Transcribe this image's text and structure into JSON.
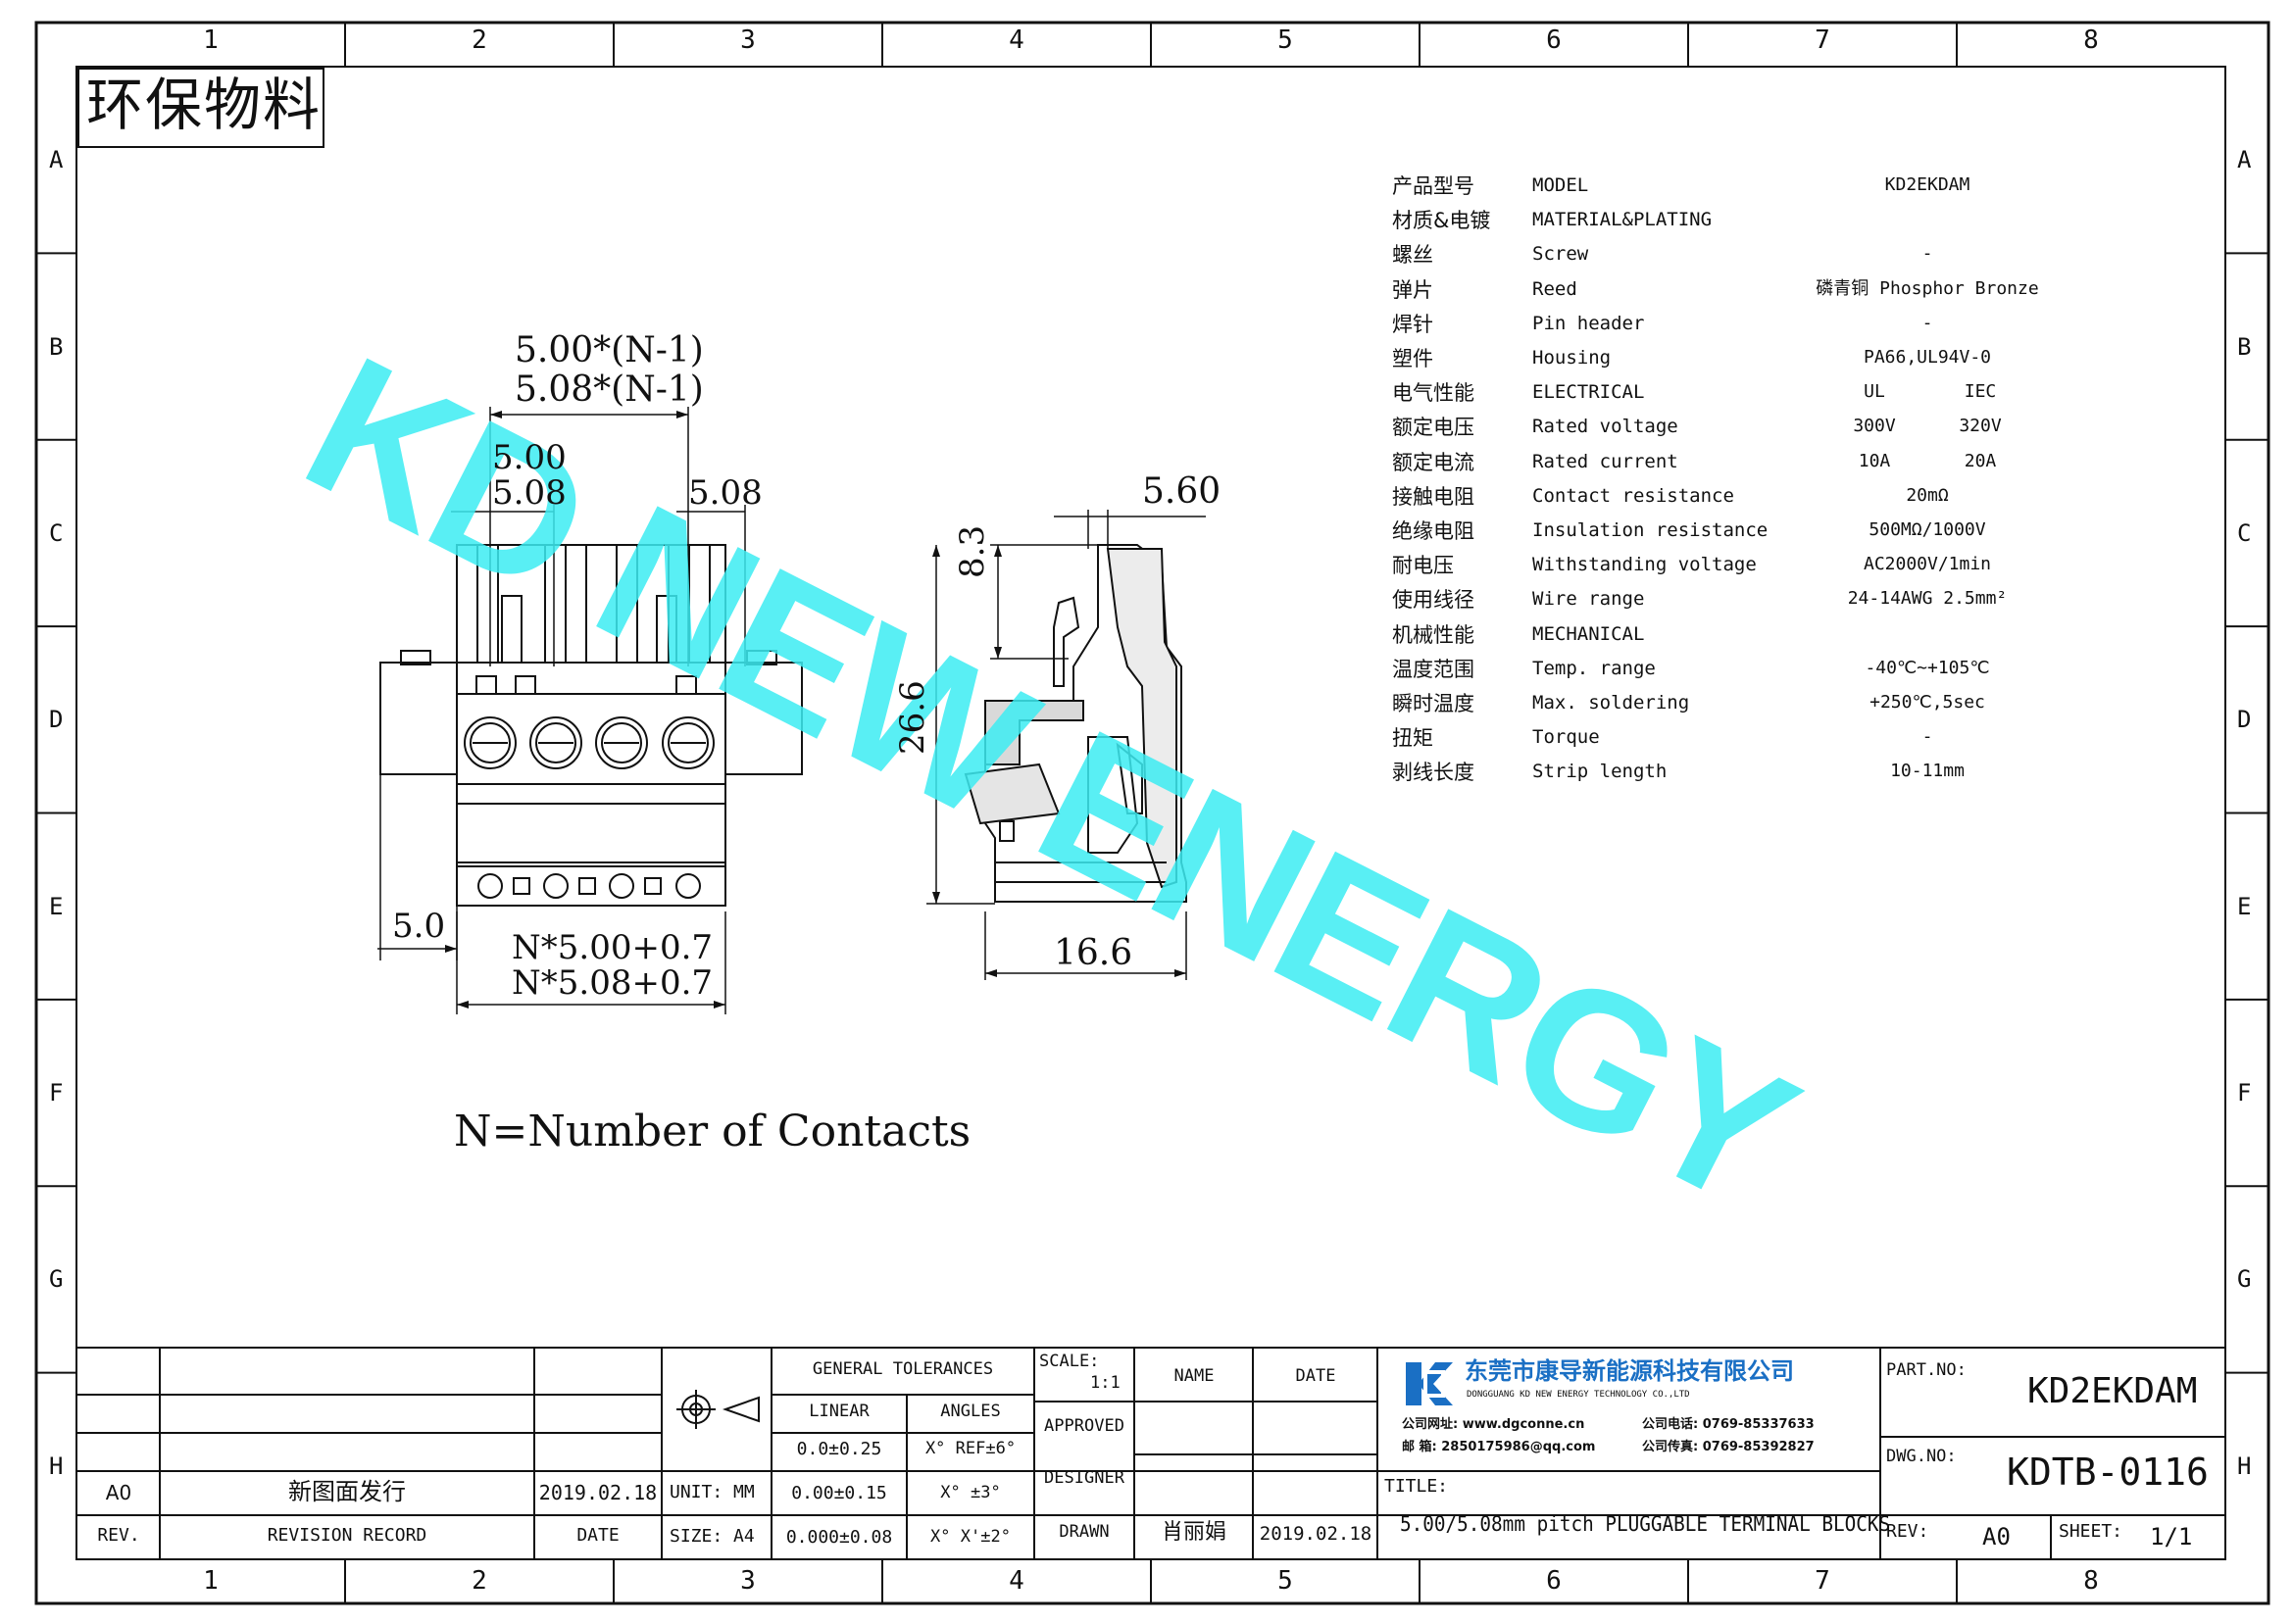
{
  "frame": {
    "columns": [
      "1",
      "2",
      "3",
      "4",
      "5",
      "6",
      "7",
      "8"
    ],
    "rows": [
      "A",
      "B",
      "C",
      "D",
      "E",
      "F",
      "G",
      "H"
    ]
  },
  "stamp": "环保物料",
  "watermark": "KD NEW ENERGY",
  "dimensions": {
    "pitch_a": "5.00*(N-1)",
    "pitch_b": "5.08*(N-1)",
    "left_a": "5.00",
    "left_b": "5.08",
    "right_b": "5.08",
    "side_offset": "5.0",
    "total_a": "N*5.00+0.7",
    "total_b": "N*5.08+0.7",
    "side_top": "5.60",
    "side_upper": "8.3",
    "side_height": "26.6",
    "side_depth": "16.6"
  },
  "note": "N=Number of Contacts",
  "specs": [
    {
      "cn": "产品型号",
      "en": "MODEL",
      "val": "KD2EKDAM",
      "val2": ""
    },
    {
      "cn": "材质&电镀",
      "en": "MATERIAL&PLATING",
      "val": "",
      "val2": ""
    },
    {
      "cn": "螺丝",
      "en": "Screw",
      "val": "-",
      "val2": ""
    },
    {
      "cn": "弹片",
      "en": "Reed",
      "val": "磷青铜 Phosphor Bronze",
      "val2": ""
    },
    {
      "cn": "焊针",
      "en": "Pin header",
      "val": "-",
      "val2": ""
    },
    {
      "cn": "塑件",
      "en": "Housing",
      "val": "PA66,UL94V-0",
      "val2": ""
    },
    {
      "cn": "电气性能",
      "en": "ELECTRICAL",
      "val": "UL",
      "val2": "IEC"
    },
    {
      "cn": "额定电压",
      "en": "Rated voltage",
      "val": "300V",
      "val2": "320V"
    },
    {
      "cn": "额定电流",
      "en": "Rated current",
      "val": "10A",
      "val2": "20A"
    },
    {
      "cn": "接触电阻",
      "en": "Contact resistance",
      "val": "20mΩ",
      "val2": ""
    },
    {
      "cn": "绝缘电阻",
      "en": "Insulation resistance",
      "val": "500MΩ/1000V",
      "val2": ""
    },
    {
      "cn": "耐电压",
      "en": "Withstanding voltage",
      "val": "AC2000V/1min",
      "val2": ""
    },
    {
      "cn": "使用线径",
      "en": "Wire range",
      "val": "24-14AWG 2.5mm²",
      "val2": ""
    },
    {
      "cn": "机械性能",
      "en": "MECHANICAL",
      "val": "",
      "val2": ""
    },
    {
      "cn": "温度范围",
      "en": "Temp. range",
      "val": "-40℃~+105℃",
      "val2": ""
    },
    {
      "cn": "瞬时温度",
      "en": "Max. soldering",
      "val": "+250℃,5sec",
      "val2": ""
    },
    {
      "cn": "扭矩",
      "en": "Torque",
      "val": "-",
      "val2": ""
    },
    {
      "cn": "剥线长度",
      "en": "Strip length",
      "val": "10-11mm",
      "val2": ""
    }
  ],
  "title_block": {
    "rev_a0": "A0",
    "rev_record_text": "新图面发行",
    "rev_date": "2019.02.18",
    "rev_label": "REV.",
    "revision_record_label": "REVISION RECORD",
    "date_label": "DATE",
    "general_tolerances": "GENERAL TOLERANCES",
    "linear": "LINEAR",
    "angles": "ANGLES",
    "tol1": "0.0±0.25",
    "ang1": "X° REF±6°",
    "tol2": "0.00±0.15",
    "ang2": "X° ±3°",
    "tol3": "0.000±0.08",
    "ang3": "X° X'±2°",
    "unit": "UNIT: MM",
    "size": "SIZE: A4",
    "scale_label": "SCALE:",
    "scale_value": "1:1",
    "name_label": "NAME",
    "date2_label": "DATE",
    "approved": "APPROVED",
    "designer": "DESIGNER",
    "drawn": "DRAWN",
    "drawn_name": "肖丽娟",
    "drawn_date": "2019.02.18",
    "company_cn": "东莞市康导新能源科技有限公司",
    "company_en": "DONGGUANG KD NEW ENERGY TECHNOLOGY CO.,LTD",
    "website": "公司网址: www.dgconne.cn",
    "phone": "公司电话: 0769-85337633",
    "email": "邮    箱: 2850175986@qq.com",
    "fax": "公司传真: 0769-85392827",
    "title_label": "TITLE:",
    "title": "5.00/5.08mm pitch PLUGGABLE TERMINAL BLOCKS",
    "part_no_label": "PART.NO:",
    "part_no": "KD2EKDAM",
    "dwg_no_label": "DWG.NO:",
    "dwg_no": "KDTB-0116",
    "rev2_label": "REV:",
    "rev2_value": "A0",
    "sheet_label": "SHEET:",
    "sheet_value": "1/1"
  },
  "colors": {
    "watermark": "#3cecf2",
    "logo_blue": "#1a6fc4",
    "line": "#111111"
  }
}
